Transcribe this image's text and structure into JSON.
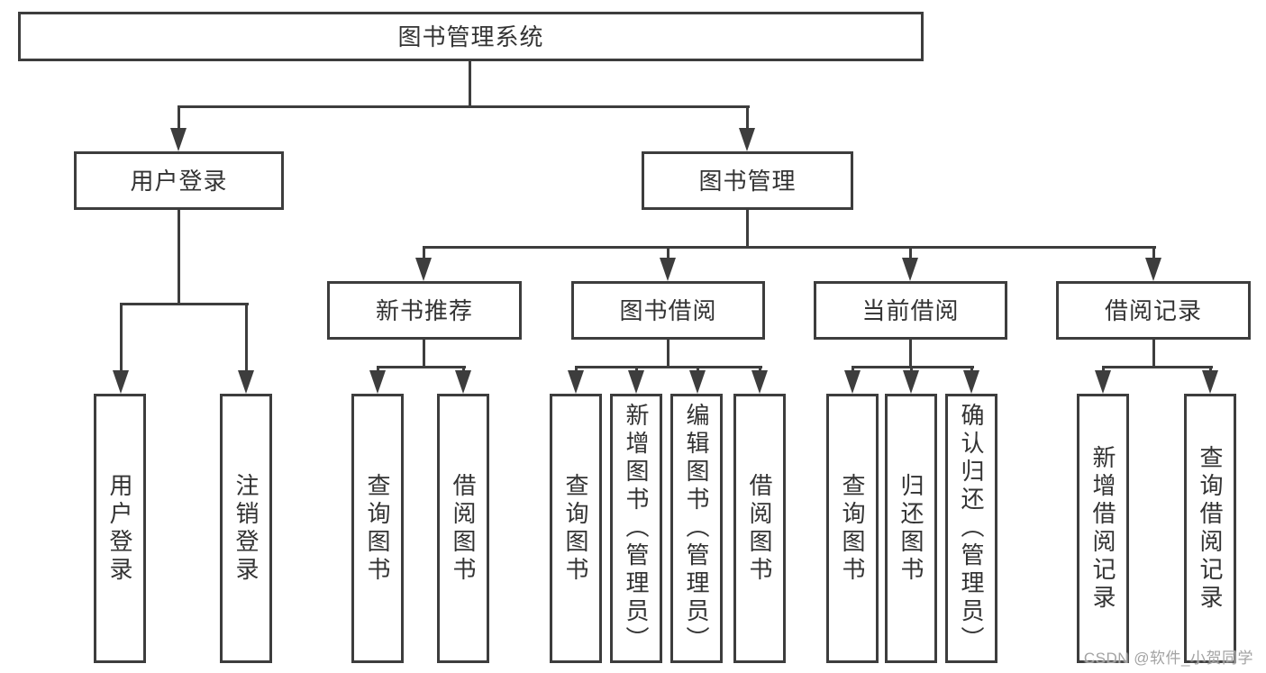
{
  "root": {
    "label": "图书管理系统"
  },
  "level2": [
    {
      "label": "用户登录"
    },
    {
      "label": "图书管理"
    }
  ],
  "level3": [
    {
      "label": "新书推荐",
      "parent": "图书管理"
    },
    {
      "label": "图书借阅",
      "parent": "图书管理"
    },
    {
      "label": "当前借阅",
      "parent": "图书管理"
    },
    {
      "label": "借阅记录",
      "parent": "图书管理"
    }
  ],
  "leaves": [
    {
      "label": "用户登录",
      "parent": "用户登录"
    },
    {
      "label": "注销登录",
      "parent": "用户登录"
    },
    {
      "label": "查询图书",
      "parent": "新书推荐"
    },
    {
      "label": "借阅图书",
      "parent": "新书推荐"
    },
    {
      "label": "查询图书",
      "parent": "图书借阅"
    },
    {
      "label": "新增图书（管理员）",
      "parent": "图书借阅"
    },
    {
      "label": "编辑图书（管理员）",
      "parent": "图书借阅"
    },
    {
      "label": "借阅图书",
      "parent": "图书借阅"
    },
    {
      "label": "查询图书",
      "parent": "当前借阅"
    },
    {
      "label": "归还图书",
      "parent": "当前借阅"
    },
    {
      "label": "确认归还（管理员）",
      "parent": "当前借阅"
    },
    {
      "label": "新增借阅记录",
      "parent": "借阅记录"
    },
    {
      "label": "查询借阅记录",
      "parent": "借阅记录"
    }
  ],
  "watermark": "CSDN @软件_小贺同学",
  "colors": {
    "line": "#3d3d3d",
    "text": "#333333",
    "box_background": "#ffffff",
    "page_background": "#ffffff",
    "watermark": "#a3a3a3"
  }
}
